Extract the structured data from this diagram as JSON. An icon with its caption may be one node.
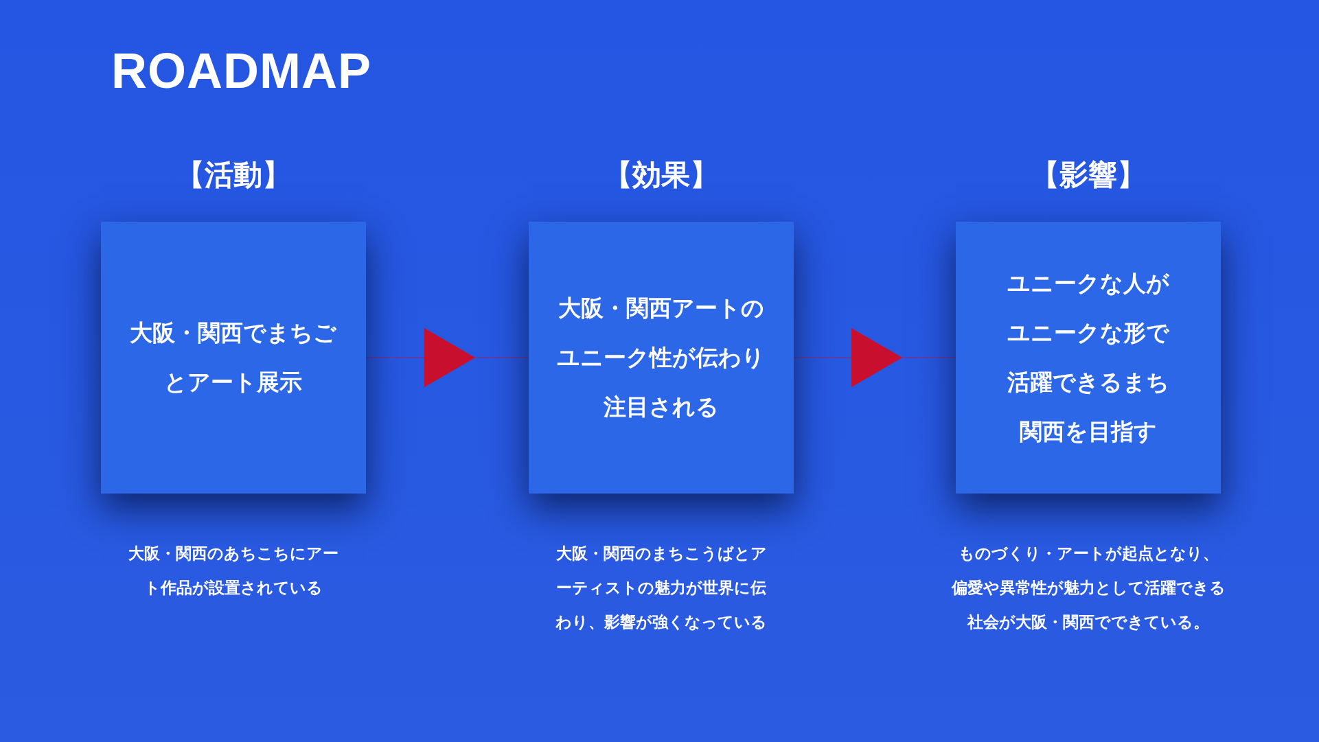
{
  "diagram": {
    "title": "ROADMAP",
    "nodes": [
      {
        "text": [
          "【活動】",
          "大阪・関西でまちごとアート展示"
        ],
        "beside": [
          "大阪・関西のあちこちにアート作品が設置されている"
        ]
      },
      {
        "text": [
          "【効果】",
          "大阪・関西アートのユニーク性が伝わり注目される"
        ],
        "beside": [
          "大阪・関西のまちこうばとアーティストの魅力が世界に伝わり、影響が強くなっている"
        ]
      },
      {
        "text": [
          "【影響】",
          "ユニークな人がユニークな形で活躍できるまち関西を目指す"
        ],
        "beside": [
          "ものづくり・アートが起点となり、偏愛や異常性が魅力として活躍できる社会が大阪・関西でできている。"
        ]
      }
    ],
    "edges": [
      {
        "from": 0,
        "to": 1,
        "arrow": "to"
      },
      {
        "from": 1,
        "to": 2,
        "arrow": "to"
      }
    ]
  }
}
